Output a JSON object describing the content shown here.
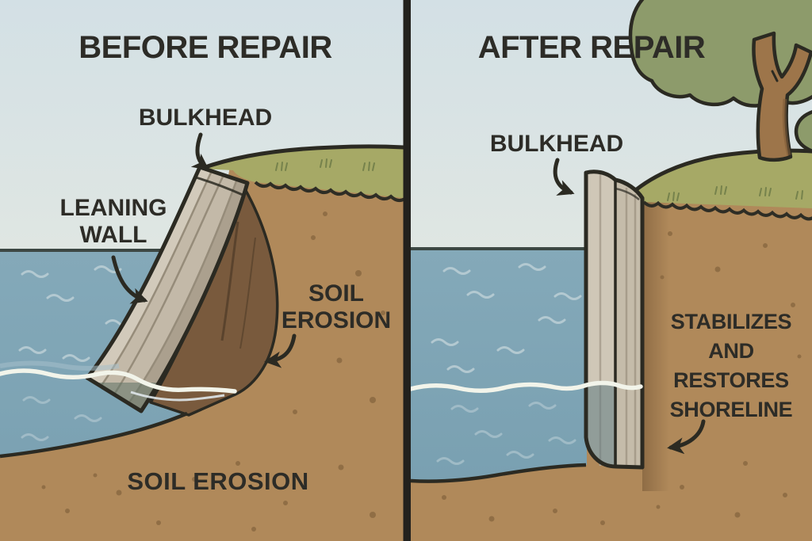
{
  "before": {
    "title": "BEFORE REPAIR",
    "bulkhead_label": "BULKHEAD",
    "leaning_wall": [
      "LEANING",
      "WALL"
    ],
    "soil_erosion_side": [
      "SOIL",
      "EROSION"
    ],
    "soil_erosion_bottom": "SOIL EROSION"
  },
  "after": {
    "title": "AFTER REPAIR",
    "bulkhead_label": "BULKHEAD",
    "benefit": [
      "STABILIZES",
      "AND",
      "RESTORES",
      "SHORELINE"
    ]
  },
  "colors": {
    "sky_top": "#d3e0e5",
    "sky_horizon": "#efefe6",
    "water": "#81a6b6",
    "water_deep": "#789fb0",
    "foam": "#f2f4ea",
    "grass": "#a6a966",
    "soil": "#b0895a",
    "soil_eroded": "#795a3d",
    "wall_light": "#d2cabb",
    "wall_mid": "#c3b9a8",
    "wall_dark": "#aba08e",
    "wall_submerged": "#6f8076",
    "tree_foliage": "#8d9b6b",
    "tree_trunk": "#9d754a",
    "outline": "#2b2a22",
    "text": "#2d2c27"
  }
}
